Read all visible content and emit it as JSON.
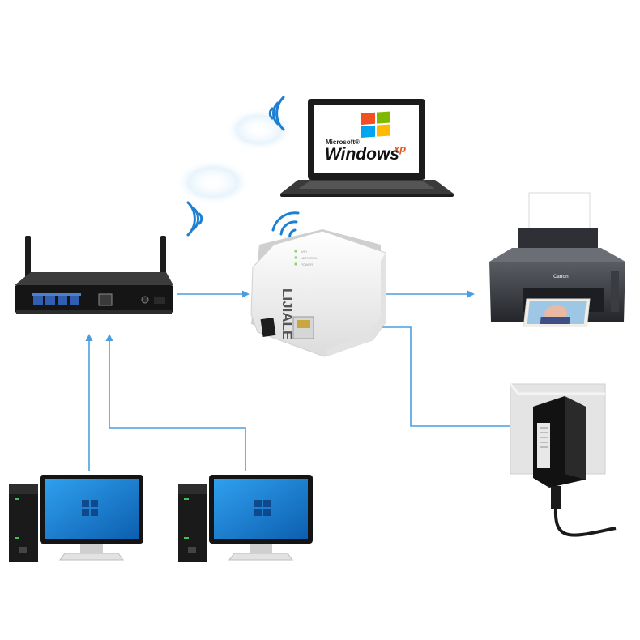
{
  "colors": {
    "link": "#4a9ee0",
    "wifi": "#1c7fd1",
    "screen": "#1e88d8",
    "case_dark": "#1d1d1d",
    "device_white": "#f4f4f4"
  },
  "laptop": {
    "logo_small": "Microsoft®",
    "logo_main": "Windows",
    "logo_suffix": "xp"
  },
  "print_server": {
    "brand": "LIJIALE",
    "led_labels": [
      "WiFi",
      "NETWORK",
      "POWER"
    ]
  },
  "printer": {
    "brand": "Canon"
  },
  "icons": {
    "router": "router-icon",
    "print_server": "print-server-icon",
    "laptop": "laptop-icon",
    "printer": "printer-icon",
    "power_adapter": "power-adapter-icon",
    "desktop_pc": "desktop-pc-icon",
    "wifi": "wifi-signal-icon",
    "windows_logo": "windows-logo-icon"
  }
}
